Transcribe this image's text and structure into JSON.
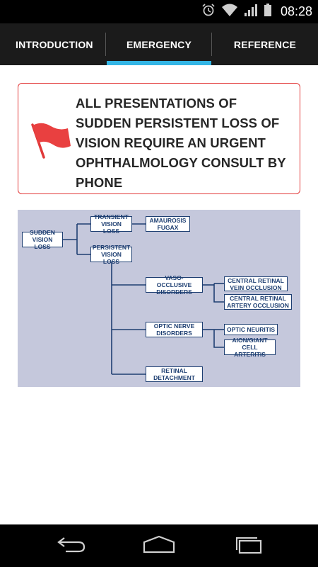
{
  "status_bar": {
    "time": "08:28",
    "icons": [
      "alarm-icon",
      "wifi-icon",
      "signal-icon",
      "battery-icon"
    ]
  },
  "tabs": [
    {
      "label": "INTRODUCTION",
      "selected": false
    },
    {
      "label": "EMERGENCY",
      "selected": true
    },
    {
      "label": "REFERENCE",
      "selected": false
    }
  ],
  "warning": {
    "text": "ALL PRESENTATIONS OF SUDDEN PERSISTENT LOSS OF VISION REQUIRE AN URGENT OPHTHALMOLOGY CONSULT BY PHONE",
    "icon": "red-flag-icon",
    "border_color": "#e23a3a"
  },
  "diagram": {
    "background": "#c5c8dc",
    "line_color": "#1e3f72",
    "nodes": {
      "sudden": "SUDDEN VISION LOSS",
      "transient": "TRANSIENT VISION LOSS",
      "amaurosis": "AMAUROSIS FUGAX",
      "persistent": "PERSISTENT VISION LOSS",
      "vaso": "VASO-OCCLUSIVE DISORDERS",
      "crvo": "CENTRAL RETINAL VEIN OCCLUSION",
      "crao": "CENTRAL RETINAL ARTERY OCCLUSION",
      "optic": "OPTIC NERVE DISORDERS",
      "neuritis": "OPTIC NEURITIS",
      "aion": "AION/GIANT CELL ARTERITIS",
      "retinal": "RETINAL DETACHMENT"
    }
  },
  "nav": {
    "buttons": [
      "back-icon",
      "home-icon",
      "recent-apps-icon"
    ]
  }
}
